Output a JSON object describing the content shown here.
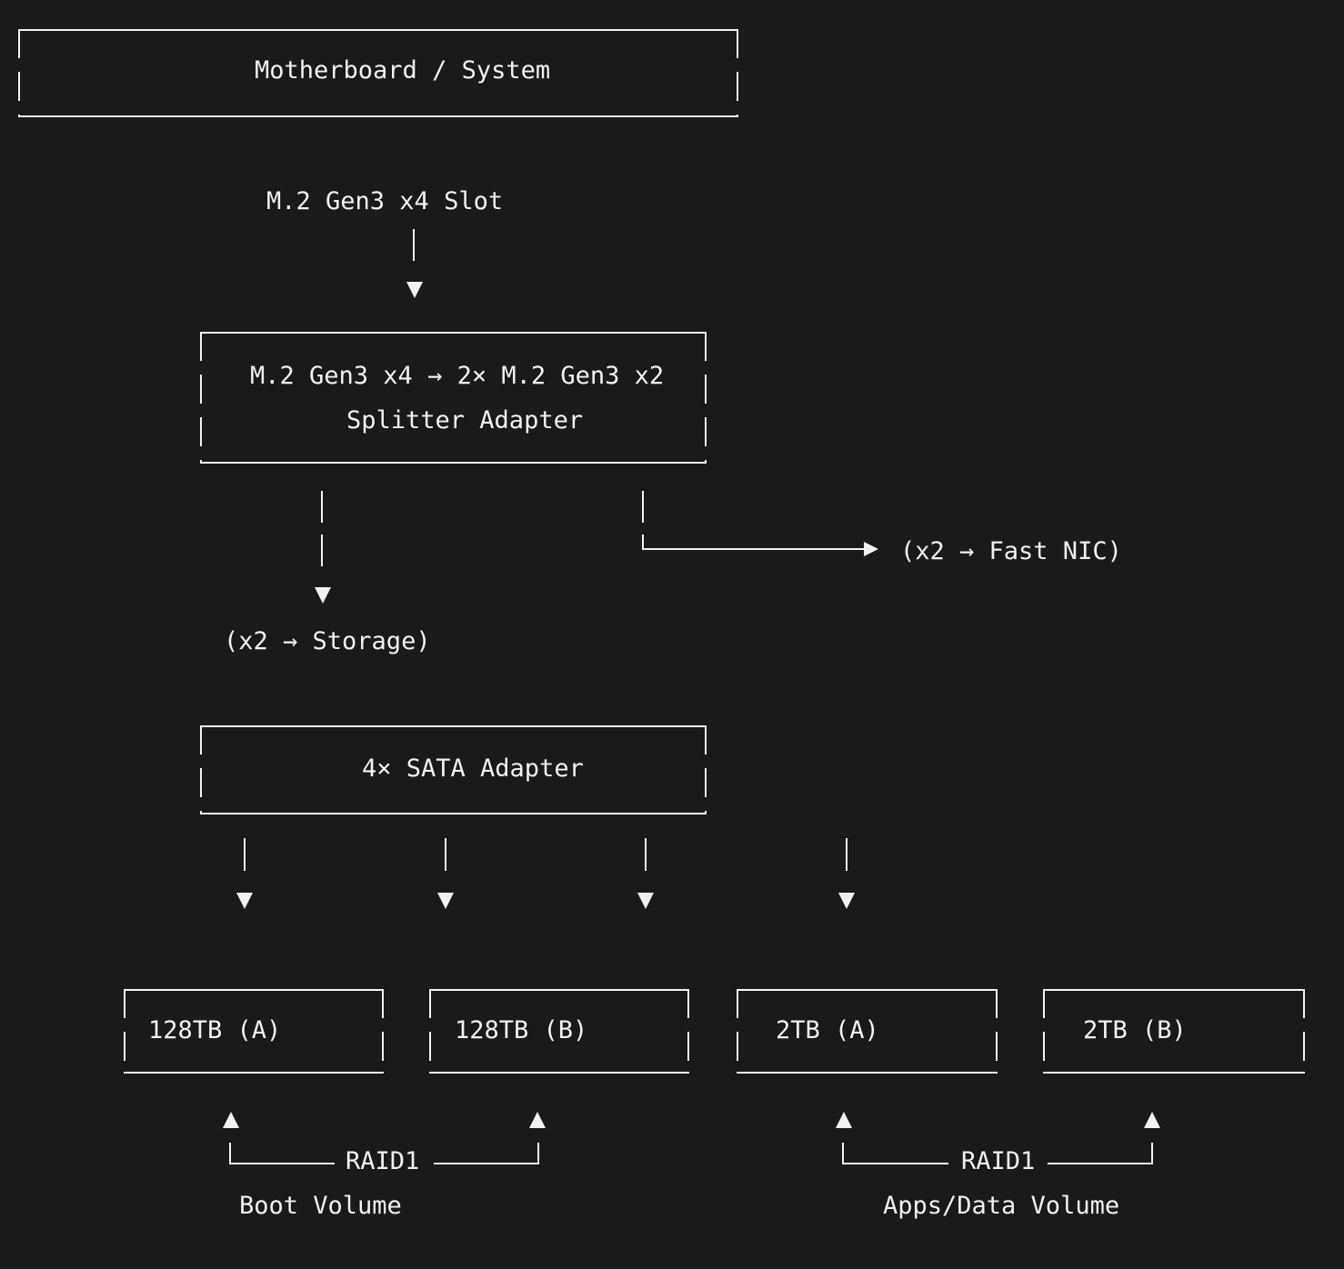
{
  "colors": {
    "background": "#1a1a1a",
    "foreground": "#f2f2f2"
  },
  "diagram": {
    "motherboard": "Motherboard / System",
    "m2_slot": "M.2 Gen3 x4 Slot",
    "splitter_line1": "M.2 Gen3 x4 → 2× M.2 Gen3 x2",
    "splitter_line2": "Splitter Adapter",
    "storage_branch": "(x2 → Storage)",
    "nic_branch": "(x2 → Fast NIC)",
    "sata_adapter": "4× SATA Adapter",
    "drives": [
      "128TB (A)",
      "128TB (B)",
      "2TB (A)",
      "2TB (B)"
    ],
    "raid_groups": [
      {
        "raid": "RAID1",
        "volume": "Boot Volume"
      },
      {
        "raid": "RAID1",
        "volume": "Apps/Data Volume"
      }
    ]
  }
}
